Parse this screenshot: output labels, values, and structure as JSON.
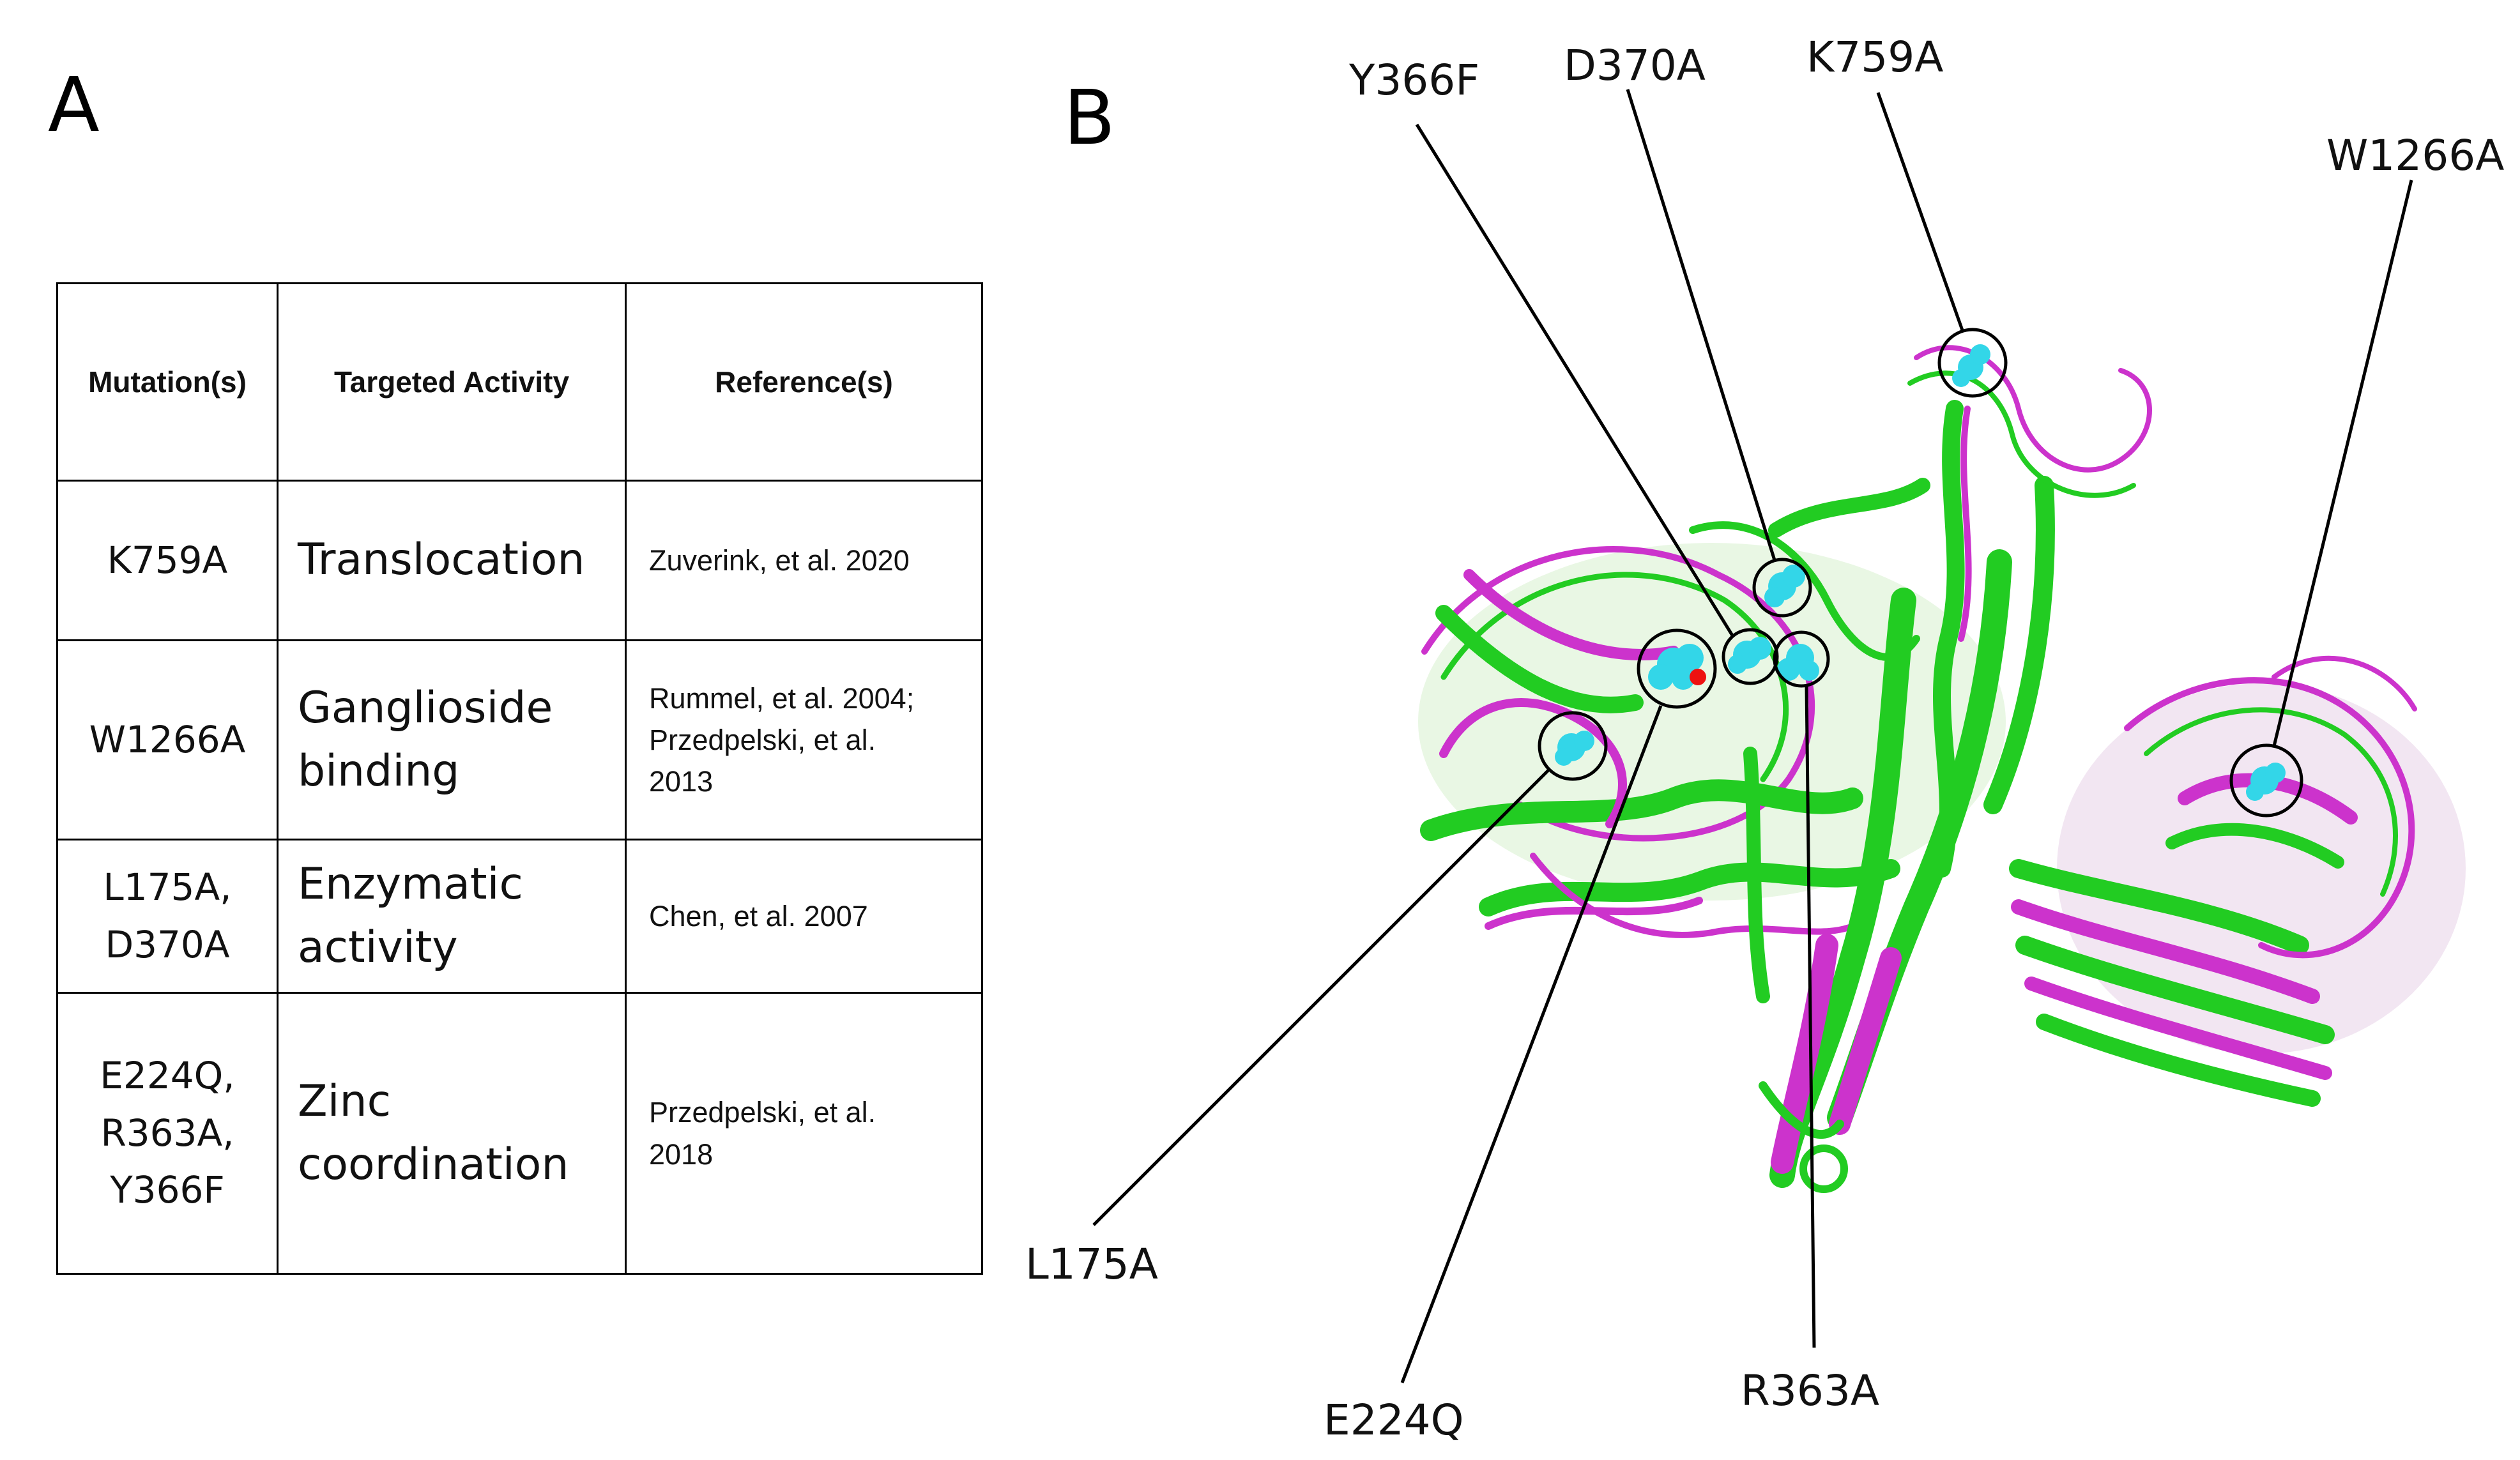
{
  "panel_a": {
    "letter": "A",
    "table": {
      "headers": [
        "Mutation(s)",
        "Targeted Activity",
        "Reference(s)"
      ],
      "rows": [
        {
          "mutations": [
            "K759A"
          ],
          "activity": [
            "Translocation"
          ],
          "references": [
            "Zuverink, et al. 2020"
          ]
        },
        {
          "mutations": [
            "W1266A"
          ],
          "activity": [
            "Ganglioside",
            "binding"
          ],
          "references": [
            "Rummel, et al. 2004;",
            "Przedpelski, et al.",
            "2013"
          ]
        },
        {
          "mutations": [
            "L175A,",
            "D370A"
          ],
          "activity": [
            "Enzymatic",
            "activity"
          ],
          "references": [
            "Chen, et al. 2007"
          ]
        },
        {
          "mutations": [
            "E224Q,",
            "R363A,",
            "Y366F"
          ],
          "activity": [
            "Zinc",
            "coordination"
          ],
          "references": [
            "Przedpelski, et al.",
            "2018"
          ]
        }
      ]
    }
  },
  "panel_b": {
    "letter": "B",
    "labels": {
      "y366f": "Y366F",
      "d370a": "D370A",
      "k759a": "K759A",
      "w1266a": "W1266A",
      "l175a": "L175A",
      "e224q": "E224Q",
      "r363a": "R363A"
    },
    "colors": {
      "structure_green": "#22cc22",
      "structure_magenta": "#cc33cc",
      "residue_cyan": "#33d6e8",
      "residue_red": "#ee1111"
    }
  }
}
